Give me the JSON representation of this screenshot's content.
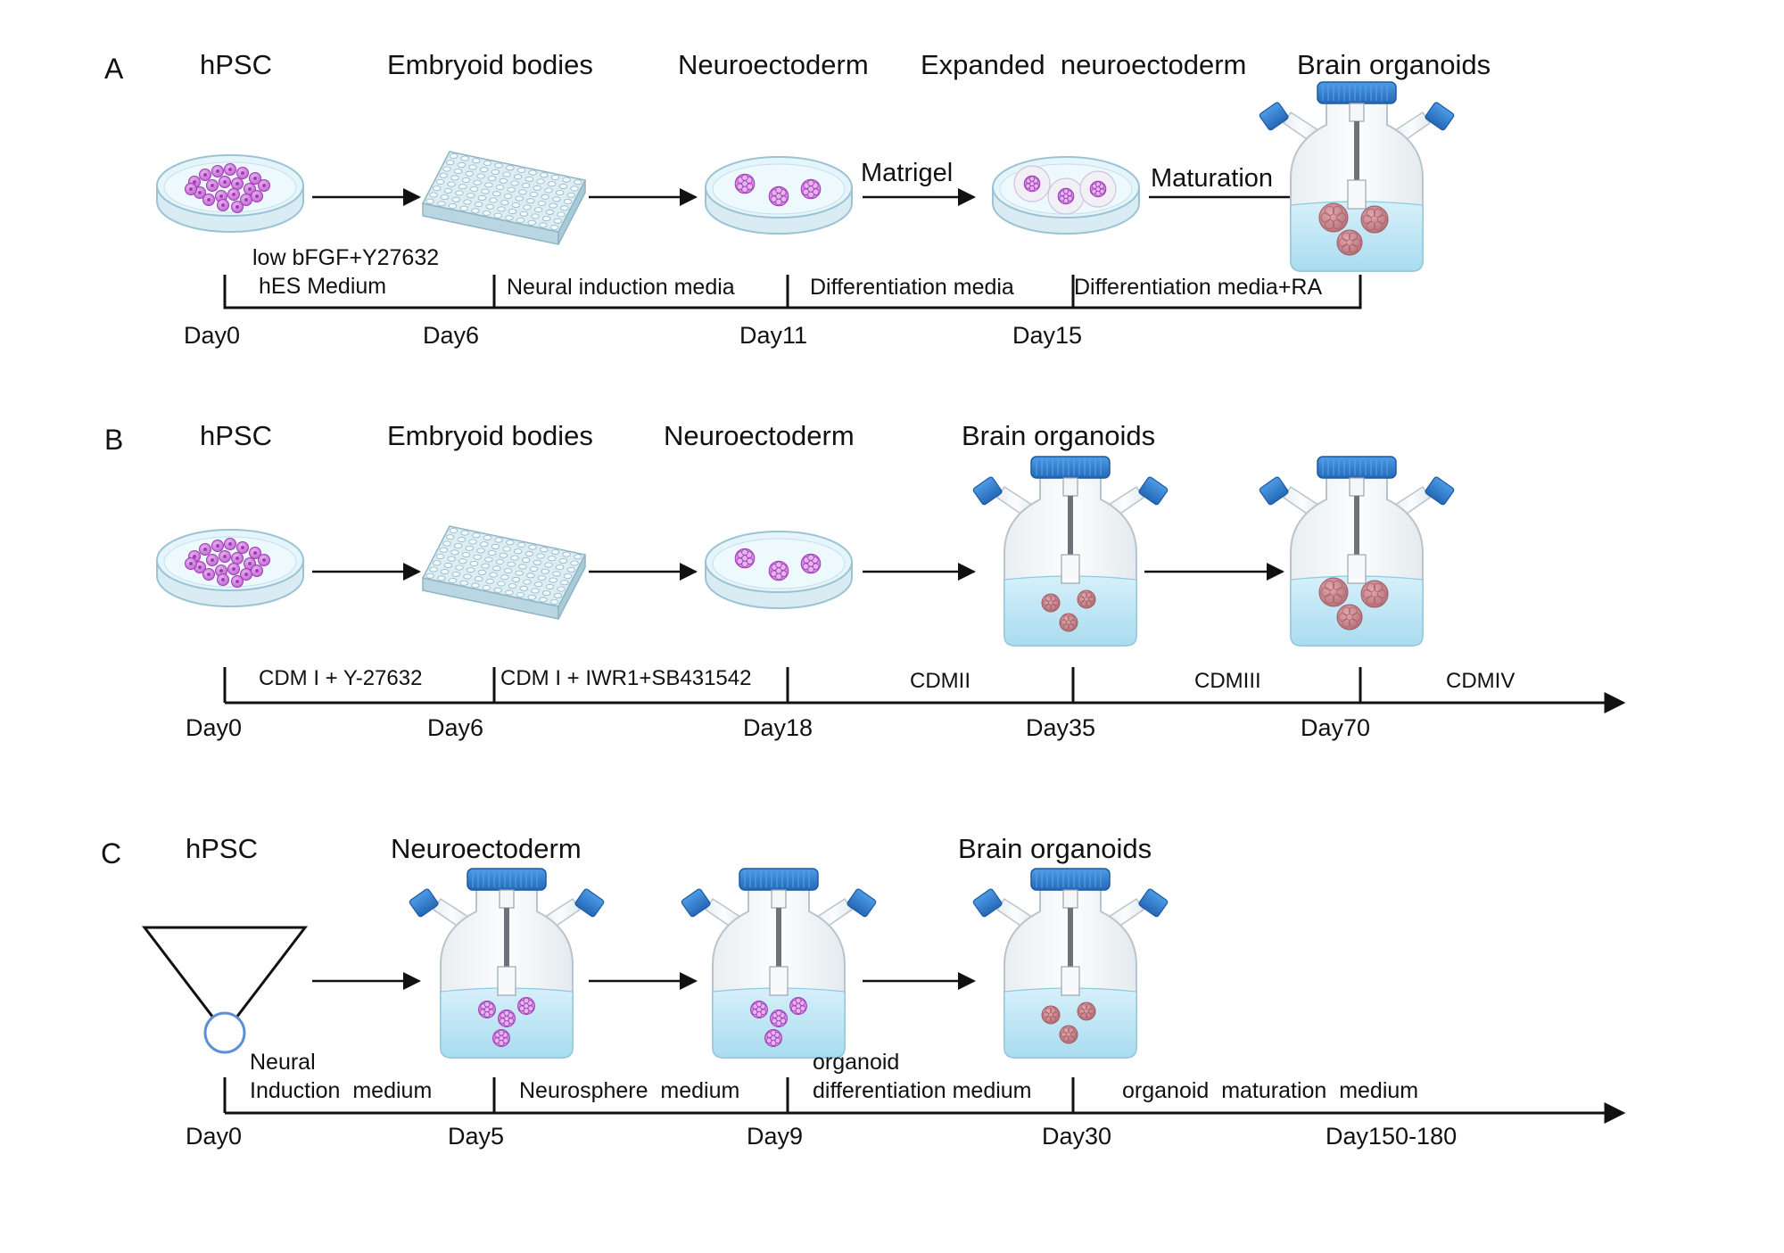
{
  "panels": {
    "A": {
      "letter": "A",
      "stages": [
        "hPSC",
        "Embryoid bodies",
        "Neuroectoderm",
        "Expanded  neuroectoderm",
        "Brain organoids"
      ],
      "arrow_labels": [
        "Matrigel",
        "Maturation"
      ],
      "media": [
        "low bFGF+Y27632",
        "hES Medium",
        "Neural induction media",
        "Differentiation media",
        "Differentiation media+RA"
      ],
      "days": [
        "Day0",
        "Day6",
        "Day11",
        "Day15"
      ]
    },
    "B": {
      "letter": "B",
      "stages": [
        "hPSC",
        "Embryoid bodies",
        "Neuroectoderm",
        "Brain organoids"
      ],
      "media": [
        "CDM I + Y-27632",
        "CDM I + IWR1+SB431542",
        "CDMII",
        "CDMIII",
        "CDMIV"
      ],
      "days": [
        "Day0",
        "Day6",
        "Day18",
        "Day35",
        "Day70"
      ]
    },
    "C": {
      "letter": "C",
      "stages": [
        "hPSC",
        "Neuroectoderm",
        "Brain organoids"
      ],
      "media": [
        "Neural",
        "Induction  medium",
        "Neurosphere  medium",
        "organoid",
        "differentiation medium",
        "organoid  maturation  medium"
      ],
      "days": [
        "Day0",
        "Day5",
        "Day9",
        "Day30",
        "Day150-180"
      ]
    }
  },
  "icons": {
    "dish": "petri-dish-icon",
    "plate": "well-plate-icon",
    "flask": "spinner-flask-icon",
    "tube": "v-bottom-well-icon"
  },
  "colors": {
    "cell": "#c46ad6",
    "cell_dark": "#9d3bb3",
    "dish_fill": "#e6f5fb",
    "dish_edge": "#9cc3d4",
    "cap_blue": "#2f7fd1",
    "organoid": "#c98790",
    "liquid": "#bfe6f5"
  }
}
